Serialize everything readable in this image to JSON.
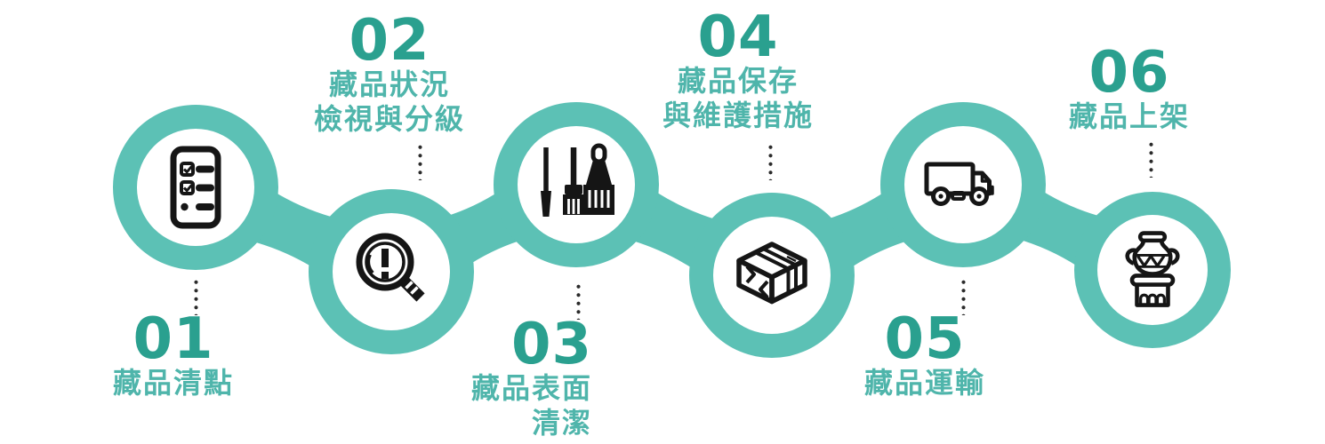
{
  "diagram": {
    "type": "process-flow",
    "step_count": 6,
    "colors": {
      "chain_teal": "#5cc1b5",
      "number_teal": "#2aa08f",
      "label_teal": "#4fb5ab",
      "icon_black": "#151515",
      "dot_dark": "#2b2b2b",
      "background": "#ffffff"
    }
  },
  "steps": [
    {
      "number": "01",
      "label_lines": [
        "藏品清點"
      ],
      "icon": "checklist-icon",
      "text_position": "bottom"
    },
    {
      "number": "02",
      "label_lines": [
        "藏品狀況",
        "檢視與分級"
      ],
      "icon": "magnifier-alert-icon",
      "text_position": "top"
    },
    {
      "number": "03",
      "label_lines": [
        "藏品表面",
        "清潔"
      ],
      "icon": "cleaning-brushes-icon",
      "text_position": "bottom"
    },
    {
      "number": "04",
      "label_lines": [
        "藏品保存",
        "與維護措施"
      ],
      "icon": "package-box-icon",
      "text_position": "top"
    },
    {
      "number": "05",
      "label_lines": [
        "藏品運輸"
      ],
      "icon": "delivery-truck-icon",
      "text_position": "bottom"
    },
    {
      "number": "06",
      "label_lines": [
        "藏品上架"
      ],
      "icon": "artifact-vase-icon",
      "text_position": "top"
    }
  ]
}
